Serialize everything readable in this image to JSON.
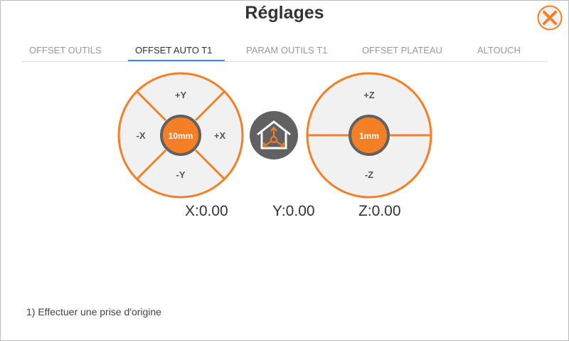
{
  "title": "Réglages",
  "tabs": [
    {
      "label": "OFFSET OUTILS"
    },
    {
      "label": "OFFSET AUTO T1",
      "active": true
    },
    {
      "label": "PARAM OUTILS T1"
    },
    {
      "label": "OFFSET PLATEAU"
    },
    {
      "label": "ALTOUCH"
    }
  ],
  "xy_jog": {
    "plus_y": "+Y",
    "minus_y": "-Y",
    "minus_x": "-X",
    "plus_x": "+X",
    "step": "10mm"
  },
  "z_jog": {
    "plus_z": "+Z",
    "minus_z": "-Z",
    "step": "1mm"
  },
  "home_icon": "home-icon",
  "coords": {
    "x": "X:0.00",
    "y": "Y:0.00",
    "z": "Z:0.00"
  },
  "instruction": "1) Effectuer une prise d'origine",
  "colors": {
    "accent": "#f57f25",
    "dark": "#616161",
    "pad": "#f1f1f1"
  }
}
